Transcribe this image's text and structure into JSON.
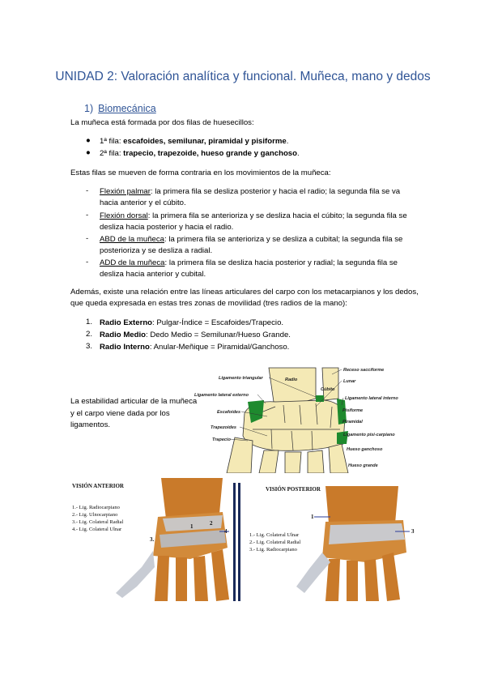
{
  "title": "UNIDAD 2: Valoración analítica y funcional. Muñeca, mano y dedos",
  "section": {
    "number": "1)",
    "label": "Biomecánica"
  },
  "intro": "La muñeca está formada por dos filas de huesecillos:",
  "rows": [
    {
      "prefix": "1ª fila: ",
      "bones": "escafoides, semilunar, piramidal y pisiforme",
      "end": "."
    },
    {
      "prefix": "2ª fila: ",
      "bones": "trapecio, trapezoide, hueso grande y ganchoso",
      "end": "."
    }
  ],
  "movements_intro": "Estas filas se mueven de forma contraria en los movimientos de la muñeca:",
  "movements": [
    {
      "term": "Flexión palmar",
      "desc": ": la primera fila se desliza posterior y hacia el radio; la segunda fila se va hacia anterior y el cúbito."
    },
    {
      "term": "Flexión dorsal",
      "desc": ": la primera fila se anterioriza y se desliza hacia el cúbito; la segunda fila se desliza hacia posterior y hacia el radio."
    },
    {
      "term": "ABD de la muñeca",
      "desc": ": la primera fila se anterioriza y se desliza a cubital; la segunda fila se posterioriza y se desliza a radial."
    },
    {
      "term": "ADD de la muñeca",
      "desc": ": la primera fila se desliza hacia posterior y radial; la segunda fila se desliza hacia anterior y cubital."
    }
  ],
  "relation": "Además, existe una relación entre las líneas articulares del carpo con los metacarpianos y los dedos, que queda expresada en estas tres zonas de movilidad (tres radios de la mano):",
  "radii": [
    {
      "n": "1.",
      "name": "Radio Externo",
      "desc": ": Pulgar-Índice = Escafoides/Trapecio."
    },
    {
      "n": "2.",
      "name": "Radio Medio",
      "desc": ": Dedo Medio = Semilunar/Hueso Grande."
    },
    {
      "n": "3.",
      "name": "Radio Interno",
      "desc": ": Anular-Meñique = Piramidal/Ganchoso."
    }
  ],
  "stability": "La estabilidad articular de la muñeca y el carpo viene dada por los ligamentos.",
  "diagram_labels": {
    "ligamento_triangular": "Ligamento triangular",
    "radio": "Radio",
    "receso": "Receso sacciforme",
    "lunar": "Lunar",
    "cubito": "Cúbito",
    "lig_lat_ext": "Ligamento lateral externo",
    "lig_lat_int": "Ligamento lateral interno",
    "escafoides": "Escafoides",
    "pisiforme": "Pisiforme",
    "piramidal": "Piramidal",
    "trapezoides": "Trapezoides",
    "lig_pisi": "Ligamento pisi-carpiano",
    "trapecio": "Trapecio",
    "ganchoso": "Hueso ganchoso",
    "grande": "Hueso grande"
  },
  "anterior": {
    "heading": "VISIÓN ANTERIOR",
    "legend": [
      "1.- Lig. Radiocarpiano",
      "2.- Lig. Ulnocarpiano",
      "3.- Lig. Colateral Radial",
      "4.- Lig. Colateral Ulnar"
    ],
    "markers": [
      "1",
      "2",
      "3.",
      "4"
    ]
  },
  "posterior": {
    "heading": "VISIÓN POSTERIOR",
    "legend": [
      "1.- Lig. Colateral Ulnar",
      "2.- Lig. Colateral Radial",
      "3.- Lig. Radiocarpiano"
    ],
    "markers": [
      "1",
      "3"
    ]
  },
  "colors": {
    "heading": "#2f5496",
    "ligament": "#1e8a2e",
    "bone": "#f4e9b5",
    "anatomy_bone": "#c97a2a"
  }
}
